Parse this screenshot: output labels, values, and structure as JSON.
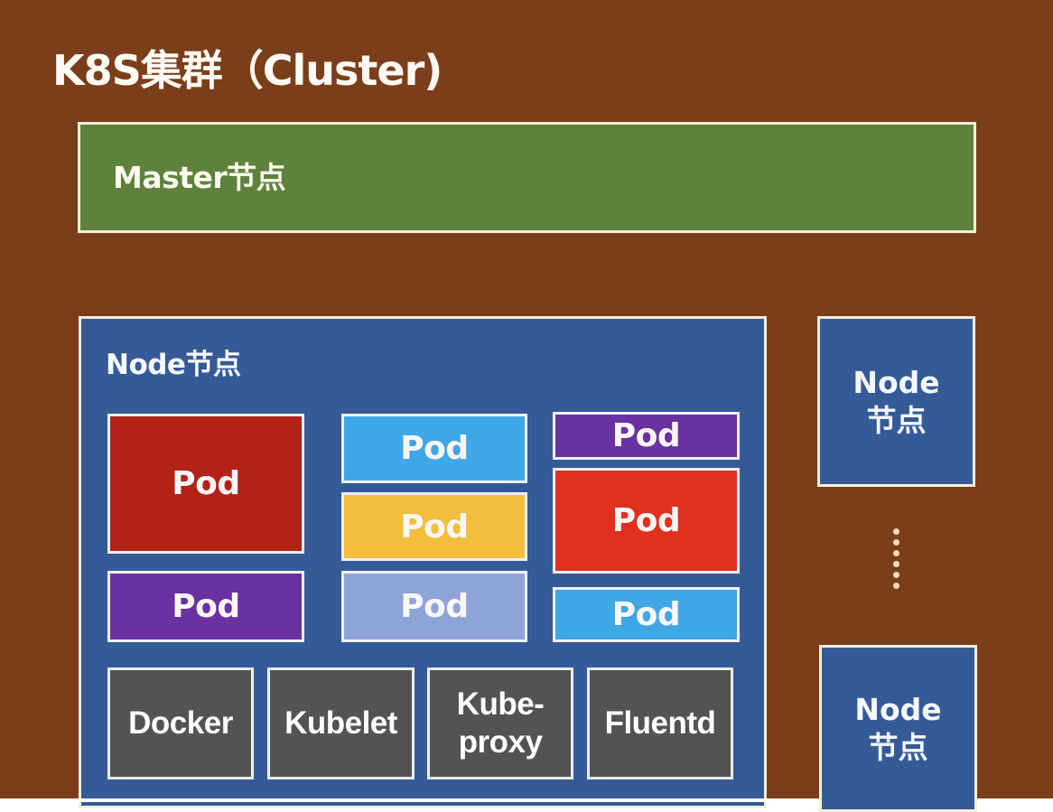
{
  "title": "K8S集群（Cluster)",
  "colors": {
    "cluster_background": "#7b3e1a",
    "master_fill": "#5e823c",
    "node_fill": "#365a96",
    "component_fill": "#545352",
    "border": "#f3efdc"
  },
  "master": {
    "label": "Master节点"
  },
  "node_main": {
    "label": "Node节点",
    "pods": [
      {
        "label": "Pod",
        "color": "#b32117"
      },
      {
        "label": "Pod",
        "color": "#6a31a0"
      },
      {
        "label": "Pod",
        "color": "#3fa7e6"
      },
      {
        "label": "Pod",
        "color": "#f2be3c"
      },
      {
        "label": "Pod",
        "color": "#8ea4d8"
      },
      {
        "label": "Pod",
        "color": "#6a31a0"
      },
      {
        "label": "Pod",
        "color": "#e2301f"
      },
      {
        "label": "Pod",
        "color": "#3fa7e6"
      }
    ],
    "components": [
      {
        "label": "Docker"
      },
      {
        "label": "Kubelet"
      },
      {
        "label": "Kube-\nproxy",
        "line1": "Kube-",
        "line2": "proxy"
      },
      {
        "label": "Fluentd"
      }
    ]
  },
  "other_nodes": [
    {
      "line1": "Node",
      "line2": "节点"
    },
    {
      "line1": "Node",
      "line2": "节点"
    }
  ],
  "ellipsis": "⋮"
}
